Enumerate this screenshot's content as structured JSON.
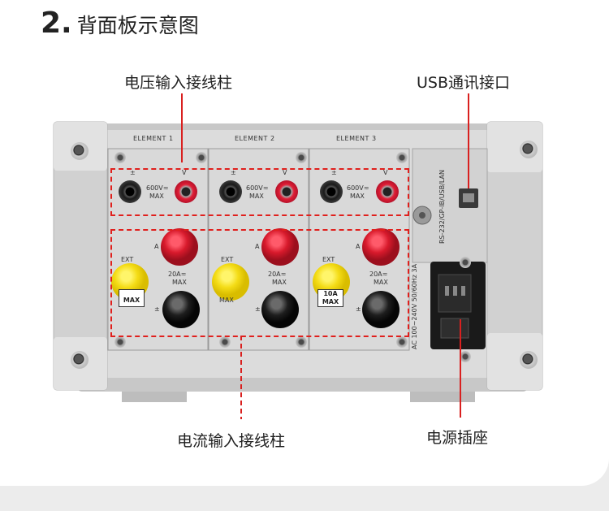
{
  "header": {
    "number": "2.",
    "title": "背面板示意图"
  },
  "callouts": {
    "voltage_terminals": "电压输入接线柱",
    "usb_port": "USB通讯接口",
    "current_terminals": "电流输入接线柱",
    "power_socket": "电源插座"
  },
  "panel": {
    "element_labels": [
      "ELEMENT 1",
      "ELEMENT 2",
      "ELEMENT 3"
    ],
    "voltage_rating": "600V≂",
    "max_label": "MAX",
    "plus_minus": "±",
    "v_label": "V",
    "a_label": "A",
    "ext_label": "EXT",
    "current_rating": "20A≂",
    "current_max": "MAX",
    "interface_text": "RS-232/GP-IB/USB/LAN",
    "power_text": "AC 100~240V 50/60Hz 3A",
    "box_value": "10A",
    "box_max": "MAX"
  },
  "colors": {
    "accent_red": "#d9201f",
    "terminal_red": "#d81a2c",
    "terminal_yellow": "#f4dc16",
    "panel_grey": "#d6d6d6"
  }
}
